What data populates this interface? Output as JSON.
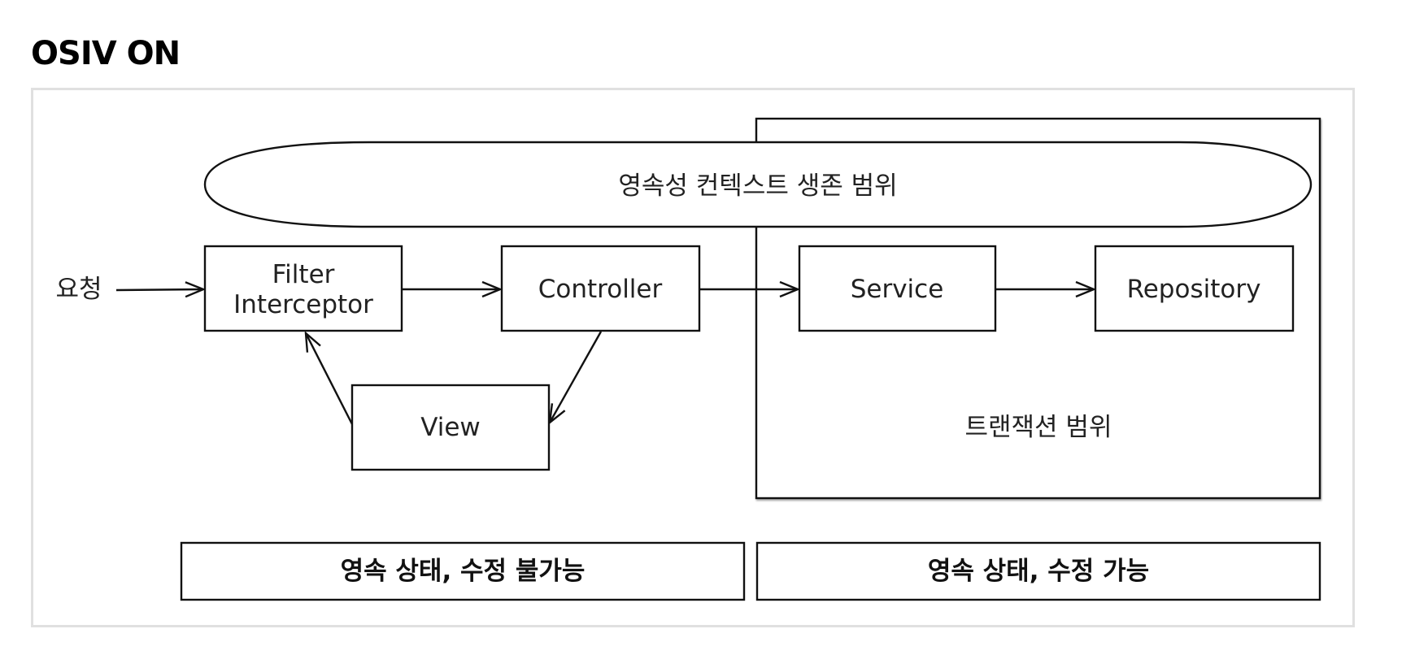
{
  "title": "OSIV ON",
  "diagram": {
    "persistence_scope_label": "영속성 컨텍스트 생존 범위",
    "request_label": "요청",
    "filter_lines": [
      "Filter",
      "Interceptor"
    ],
    "controller_label": "Controller",
    "view_label": "View",
    "service_label": "Service",
    "repository_label": "Repository",
    "transaction_scope_label": "트랜잭션 범위",
    "left_state_label": "영속 상태, 수정 불가능",
    "right_state_label": "영속 상태, 수정 가능"
  }
}
